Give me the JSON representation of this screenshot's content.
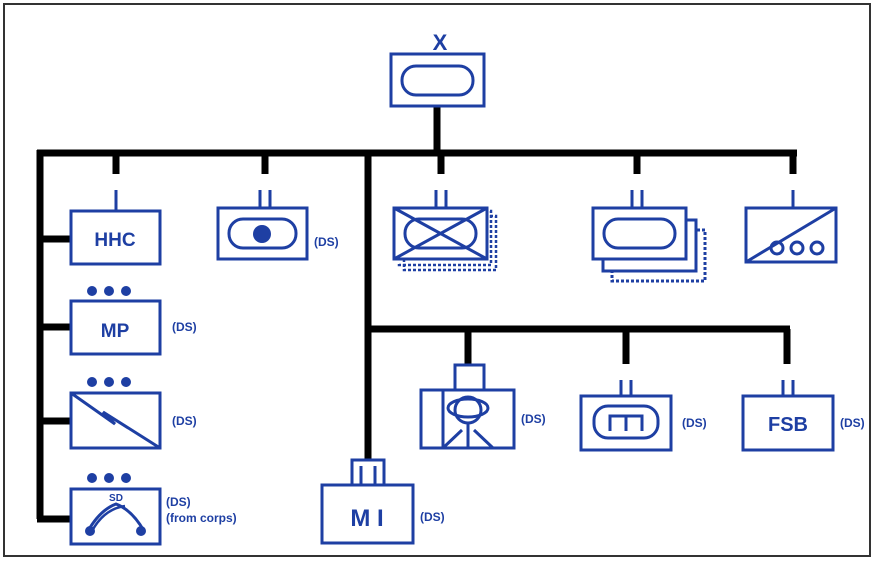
{
  "diagram": {
    "hq": {
      "echelon": "X"
    },
    "units": {
      "hhc": {
        "label": "HHC"
      },
      "artillery": {
        "annotation": "(DS)"
      },
      "mp": {
        "label": "MP",
        "annotation": "(DS)"
      },
      "signal": {
        "annotation": "(DS)"
      },
      "smoke": {
        "glyph": "SD",
        "annotation": "(DS)",
        "note": "(from corps)"
      },
      "mi": {
        "label": "M I",
        "annotation": "(DS)"
      },
      "aviation": {
        "annotation": "(DS)"
      },
      "engineer": {
        "annotation": "(DS)"
      },
      "fsb": {
        "label": "FSB",
        "annotation": "(DS)"
      }
    },
    "colors": {
      "symbol": "#1e3fa3",
      "line": "#000000",
      "frame": "#333333"
    }
  }
}
